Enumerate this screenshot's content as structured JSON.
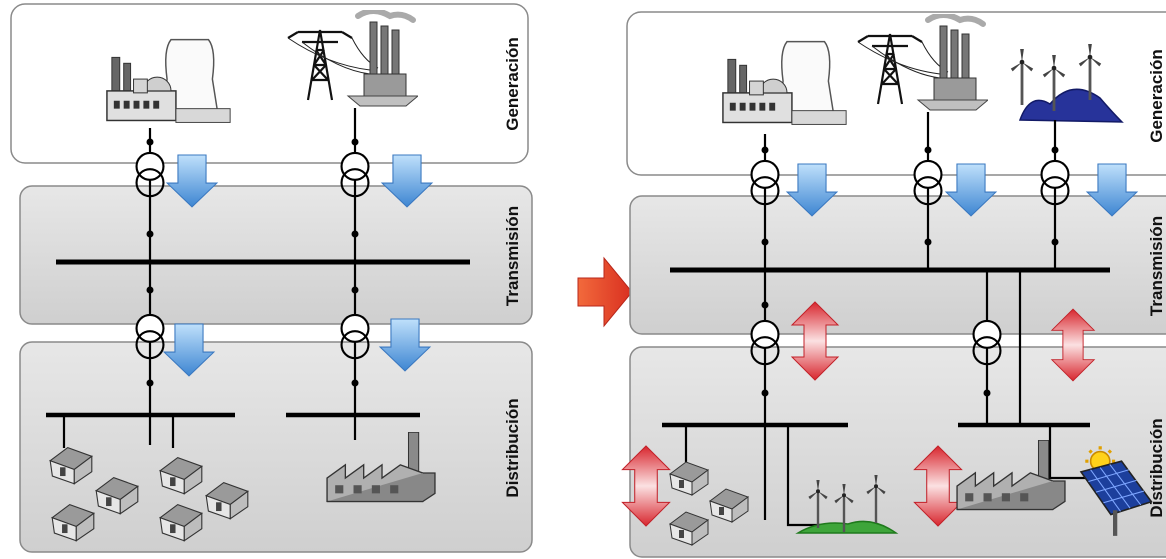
{
  "left_panel": {
    "sections": {
      "generation": "Generación",
      "transmission": "Transmisión",
      "distribution": "Distribución"
    }
  },
  "right_panel": {
    "sections": {
      "generation": "Generación",
      "transmission": "Transmisión",
      "distribution": "Distribución"
    }
  },
  "colors": {
    "panel_white": "#ffffff",
    "panel_gray": "#dedede",
    "panel_border": "#8a8a8a",
    "flow_arrow_blue": "#4a90d9",
    "bidirectional_arrow_red": "#d9363e",
    "transition_arrow": "#e2462c",
    "wind_base_blue": "#27339a",
    "wind_base_green": "#3ea53a",
    "bus_line": "#000000"
  }
}
